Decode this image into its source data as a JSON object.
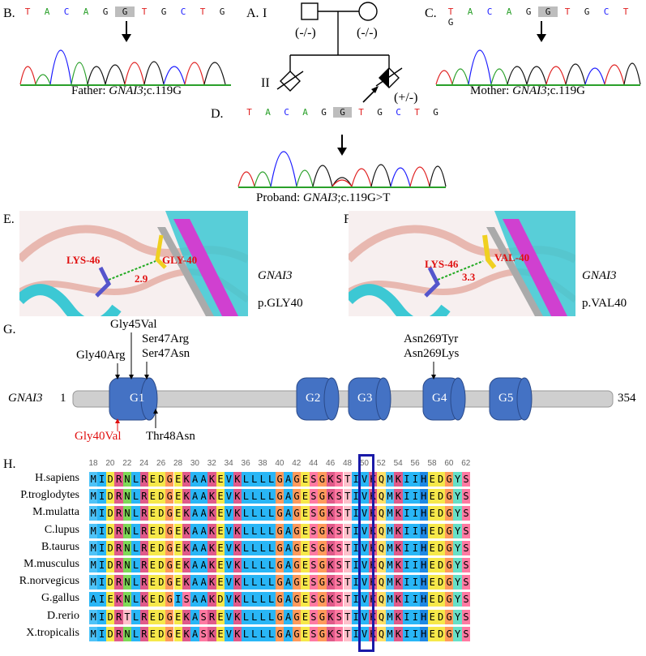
{
  "panels": {
    "A": {
      "label": "A.",
      "gen1": "I",
      "gen2": "II",
      "father_gt": "(-/-)",
      "mother_gt": "(-/-)",
      "proband_gt": "(+/-)"
    },
    "B": {
      "label": "B.",
      "sequence": [
        "T",
        "A",
        "C",
        "A",
        "G",
        "G",
        "T",
        "G",
        "C",
        "T",
        "G"
      ],
      "caption_prefix": "Father: ",
      "gene": "GNAI3",
      "caption_suffix": ";c.119G"
    },
    "C": {
      "label": "C.",
      "sequence": [
        "T",
        "A",
        "C",
        "A",
        "G",
        "G",
        "T",
        "G",
        "C",
        "T",
        "G"
      ],
      "caption_prefix": "Mother: ",
      "gene": "GNAI3",
      "caption_suffix": ";c.119G"
    },
    "D": {
      "label": "D.",
      "sequence": [
        "T",
        "A",
        "C",
        "A",
        "G",
        "G",
        "T",
        "G",
        "C",
        "T",
        "G"
      ],
      "caption_prefix": "Proband: ",
      "gene": "GNAI3",
      "caption_suffix": ";c.119G>T"
    },
    "E": {
      "label": "E.",
      "res1": "LYS-46",
      "res2": "GLY-40",
      "distance": "2.9",
      "gene": "GNAI3",
      "variant": "p.GLY40"
    },
    "F": {
      "label": "F.",
      "res1": "LYS-46",
      "res2": "VAL-40",
      "distance": "3.3",
      "gene": "GNAI3",
      "variant": "p.VAL40"
    },
    "G": {
      "label": "G.",
      "gene": "GNAI3",
      "start": "1",
      "end": "354",
      "domains": [
        "G1",
        "G2",
        "G3",
        "G4",
        "G5"
      ],
      "above": {
        "gly40arg": "Gly40Arg",
        "gly45val": "Gly45Val",
        "ser47arg": "Ser47Arg",
        "ser47asn": "Ser47Asn",
        "asn269tyr": "Asn269Tyr",
        "asn269lys": "Asn269Lys"
      },
      "below": {
        "gly40val": "Gly40Val",
        "thr48asn": "Thr48Asn"
      }
    },
    "H": {
      "label": "H.",
      "positions": [
        "18",
        "20",
        "22",
        "24",
        "26",
        "28",
        "30",
        "32",
        "34",
        "36",
        "38",
        "40",
        "42",
        "44",
        "46",
        "48",
        "50",
        "52",
        "54",
        "56",
        "58",
        "60",
        "62"
      ],
      "rows": [
        {
          "species": "H.sapiens",
          "seq": "MIDRNLREDGEKAAKEVKLLLLGAGESGKSTIVKQMKIIHEDGYS"
        },
        {
          "species": "P.troglodytes",
          "seq": "MIDRNLREDGEKAAKEVKLLLLGAGESGKSTIVKQMKIIHEDGYS"
        },
        {
          "species": "M.mulatta",
          "seq": "MIDRNLREDGEKAAKEVKLLLLGAGESGKSTIVKQMKIIHEDGYS"
        },
        {
          "species": "C.lupus",
          "seq": "MIDRNLREDGEKAAKEVKLLLLGAGESGKSTIVKQMKIIHEDGYS"
        },
        {
          "species": "B.taurus",
          "seq": "MIDRNLREDGEKAAKEVKLLLLGAGESGKSTIVKQMKIIHEDGYS"
        },
        {
          "species": "M.musculus",
          "seq": "MIDRNLREDGEKAAKEVKLLLLGAGESGKSTIVKQMKIIHEDGYS"
        },
        {
          "species": "R.norvegicus",
          "seq": "MIDRNLREDGEKAAKEVKLLLLGAGESGKSTIVKQMKIIHEDGYS"
        },
        {
          "species": "G.gallus",
          "seq": "AIEKNLKEDGISAAKDVKLLLLGAGESGKSTIVKQMKIIHEDGYS"
        },
        {
          "species": "D.rerio",
          "seq": "MIDRTLREDGEKASREVKLLLLGAGESGKSTIVKQMKIIHEDGYS"
        },
        {
          "species": "X.tropicalis",
          "seq": "MIDRNLREDGEKASKEVKLLLLGAGESGKSTIVKQMKIIHEDGYS"
        }
      ]
    }
  },
  "colors": {
    "A": "#2aa02a",
    "C": "#1a1aff",
    "G": "#111111",
    "T": "#e02020",
    "highlight": "#1a1aa8"
  }
}
